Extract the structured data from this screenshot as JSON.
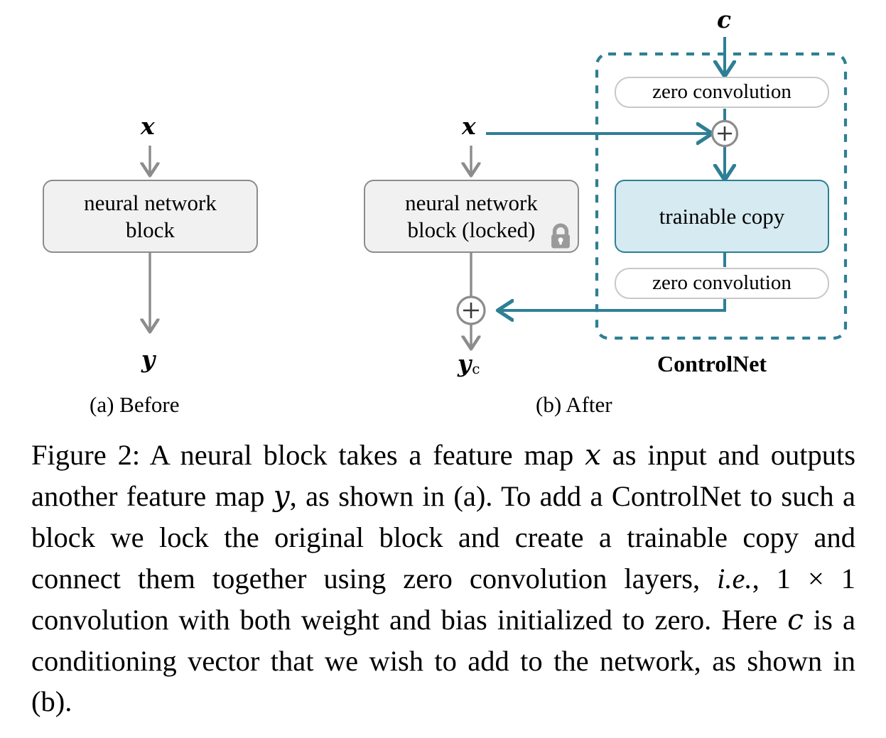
{
  "figure": {
    "panels": [
      {
        "id": "before",
        "subcaption": "(a) Before",
        "input_label": "x",
        "output_label": "y",
        "block_line1": "neural network",
        "block_line2": "block"
      },
      {
        "id": "after",
        "subcaption": "(b) After",
        "input_label": "x",
        "output_label": "y",
        "output_sub": "c",
        "condition_label": "c",
        "block_line1": "neural network",
        "block_line2": "block (locked)",
        "lock_icon": "lock-icon",
        "controlnet_label": "ControlNet",
        "zero_conv_top": "zero convolution",
        "zero_conv_bottom": "zero convolution",
        "trainable_copy": "trainable copy",
        "plus_symbol": "+"
      }
    ],
    "colors": {
      "teal": "#2e7f94",
      "gray_stroke": "#8c8c8c",
      "gray_fill": "#f1f1f1",
      "light_gray_stroke": "#c8c8c8",
      "blue_fill": "#d6eaf1",
      "lock_gray": "#9a9a9a"
    }
  },
  "caption": {
    "parts": [
      {
        "t": "Figure 2: A neural block takes a feature map ",
        "style": "normal"
      },
      {
        "t": "x",
        "style": "math"
      },
      {
        "t": " as input and outputs another feature map ",
        "style": "normal"
      },
      {
        "t": "y",
        "style": "math"
      },
      {
        "t": ", as shown in (a).  To add a ControlNet to such a block we lock the original block and create a trainable copy and connect them together using zero convolution layers, ",
        "style": "normal"
      },
      {
        "t": "i.e.",
        "style": "italic"
      },
      {
        "t": ", 1 ",
        "style": "normal"
      },
      {
        "t": "×",
        "style": "normal"
      },
      {
        "t": " 1 convolution with both weight and bias initialized to zero. Here ",
        "style": "normal"
      },
      {
        "t": "c",
        "style": "math"
      },
      {
        "t": " is a conditioning vector that we wish to add to the network, as shown in (b).",
        "style": "normal"
      }
    ],
    "plain": "Figure 2: A neural block takes a feature map x as input and outputs another feature map y, as shown in (a). To add a ControlNet to such a block we lock the original block and create a trainable copy and connect them together using zero convolution layers, i.e., 1 × 1 convolution with both weight and bias initialized to zero. Here c is a conditioning vector that we wish to add to the network, as shown in (b)."
  }
}
